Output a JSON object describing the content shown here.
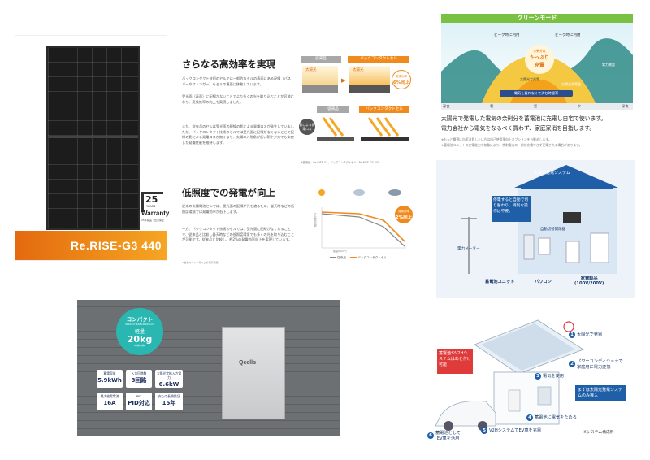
{
  "panel1": {
    "years": "25",
    "years_unit": "YEARS",
    "warranty": "Warranty",
    "warranty_sub": "25年製品・出力保証",
    "product": "Re.RISE-G3 440"
  },
  "panel2": {
    "title1": "さらなる高効率を実現",
    "body1a": "バックコンタクト技術のセルでは一般的なセルの表面にある配線（バスバーやフィンガー）をセルの裏面に移動しています。",
    "body1b": "受光面（表面）に配線がないことでより多くの光を取り込むことが可能になり、変換効率の向上を実現しました。",
    "body1c": "また、従来品のセルは受光面の配線の影による発電ロスが発生していましたが、バックコンタクト技術のセルでは受光面に配線がなくなることで配線の影による発電ロスが無くなり、太陽の入射角が低い朝や夕方でも安定した発電性能を維持します。",
    "tab_old": "従来品",
    "tab_new": "バックコンタクトセル",
    "sun": "太陽光",
    "badge1": "変換効率",
    "badge1_val": "6%向上",
    "loss_label": "影による発電ロス",
    "footnote1": "※従来品：Re.RISE-G3、バックコンタクトセル：Re.RISE-G3 440",
    "title2": "低照度での発電が向上",
    "body2a": "従来の太陽電池セルでは、受光面の配線が光を遮るため、曇天時などの低照度環境では発電効率が低下します。",
    "body2b": "一方、バックコンタクト技術のセルでは、受光面に配線がなくなることで、従来品と比較し曇天時などの低照度環境でも多くの光を取り込むことが可能です。従来品と比較し、約2%の発電効率向上を実現しています。",
    "footnote2": "※当社カードメモリより掲示可能",
    "badge2": "発電効率",
    "badge2_val": "2%向上",
    "legend_old": "従来品",
    "legend_new": "バックコンタクトセル",
    "xlabel": "照度[W/m²]",
    "ylabel": "相対効率[%]"
  },
  "panel3": {
    "title": "グリーンモード",
    "peak1": "ピーク時に利用",
    "peak2": "ピーク時に利用",
    "center1": "余剰分は",
    "center2": "たっぷり",
    "center3": "充電",
    "center4": "太陽光で発電",
    "balloon": "電気を買わなくて済む時間帯",
    "right_label": "電力需要",
    "surplus": "太陽光発電量",
    "axis": [
      "深夜",
      "朝",
      "昼",
      "夕",
      "深夜"
    ],
    "caption1": "太陽光で発電した電気の余剰分を蓄電池に充電し自宅で使います。",
    "caption2": "電力会社から電気をなるべく買わず、家庭家消を目指します。",
    "note1": "※もっと最適に自家消費したい方は自己使用率向上オプションをお勧めします。",
    "note2": "※蓄電池ユニットの充電能力や気象により、余剰電力の一部が充電できず売電される場合があります。"
  },
  "panel4": {
    "roof_label": "太陽光発電システム",
    "callout": "停電すると自動で切り替わり、特別な操作は不要。",
    "switch_label": "自動切替開閉器",
    "meter": "電力メーター",
    "battery": "蓄電池ユニット",
    "pcs": "パワコン",
    "appliances": "家電製品",
    "appliances_sub": "(100V/200V)"
  },
  "panel5": {
    "compact": "コンパクト",
    "compact_sub": "W444×H628×D194mm",
    "weight_label": "軽量",
    "weight": "20kg",
    "weight_sub": "（本体のみ）",
    "brand": "Qcells",
    "specs": [
      {
        "label": "蓄電容量",
        "value": "5.9kWh"
      },
      {
        "label": "入力回路数",
        "value": "3回路"
      },
      {
        "label": "太陽光定格入力電力",
        "value": "6.6kW"
      },
      {
        "label": "最大放電電流",
        "value": "16A"
      },
      {
        "label": "PID",
        "value": "PID対応"
      },
      {
        "label": "安心の長期保証",
        "value": "15年"
      }
    ]
  },
  "panel6": {
    "step1": "太陽光で発電",
    "step2a": "パワーコンディショナで",
    "step2b": "家庭用に電力変換",
    "step3": "電気を使用",
    "step4": "蓄電池に電気をためる",
    "step5": "V2HシステムでEV車を充電",
    "step6a": "蓄電池として",
    "step6b": "EV車を活用",
    "callout_red": "蓄電池やV2Hシステムはあと付け可能！",
    "callout_blue": "まずは太陽光発電システムのみ導入",
    "note": "※システム構成例"
  }
}
